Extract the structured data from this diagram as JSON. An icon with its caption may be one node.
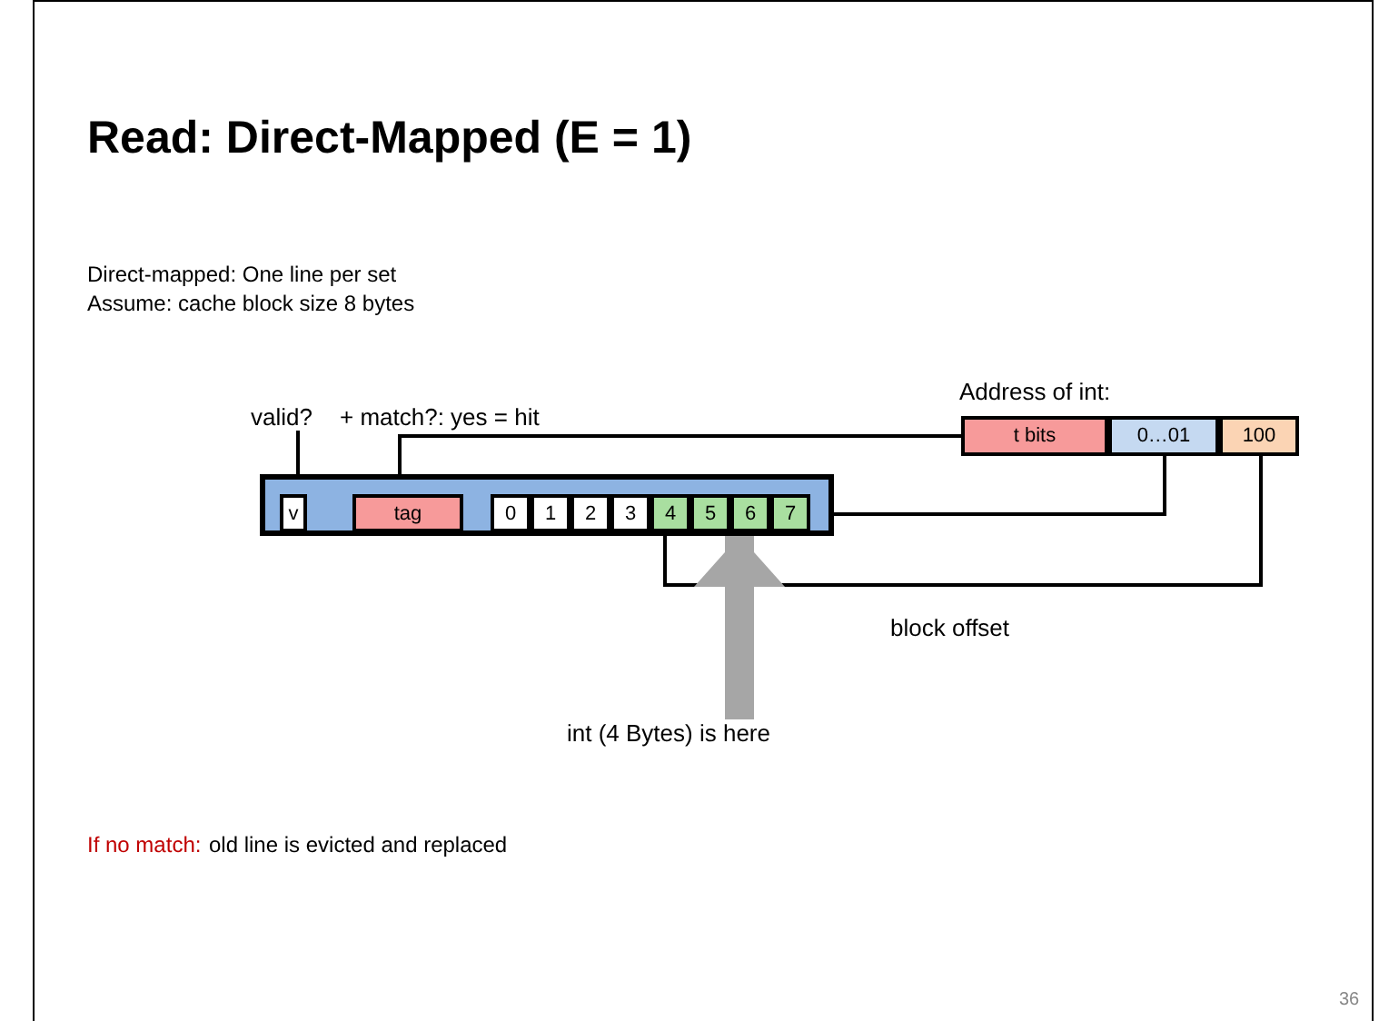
{
  "diagram": {
    "title": "Read: Direct-Mapped (E = 1)",
    "nodes": [
      {
        "text": [
          "valid?"
        ]
      },
      {
        "text": [
          "t bits"
        ]
      },
      {
        "text": [
          "0…01"
        ]
      },
      {
        "text": [
          "100"
        ]
      },
      {
        "text": [],
        "shape": "bar"
      },
      {
        "text": [
          "v"
        ],
        "in": 4
      },
      {
        "text": [
          "tag"
        ],
        "in": 4
      },
      {
        "text": [
          "0"
        ],
        "in": 4
      },
      {
        "text": [
          "1"
        ],
        "in": 4
      },
      {
        "text": [
          "2"
        ],
        "in": 4
      },
      {
        "text": [
          "3"
        ],
        "in": 4
      },
      {
        "text": [
          "4"
        ],
        "in": 4
      },
      {
        "text": [
          "5"
        ],
        "in": 4
      },
      {
        "text": [
          "6"
        ],
        "in": 4
      },
      {
        "text": [
          "7"
        ],
        "in": 4
      },
      {
        "text": [
          "int (4 Bytes) is here"
        ]
      }
    ],
    "edges": [
      {
        "from": 0,
        "to": 5,
        "arrow": "none"
      },
      {
        "from": 1,
        "to": 6,
        "arrow": "none"
      },
      {
        "from": 2,
        "to": 4,
        "arrow": "none"
      },
      {
        "from": 3,
        "to": 11,
        "arrow": "none",
        "label": "block offset"
      },
      {
        "from": 15,
        "to": 4,
        "arrow": "to",
        "style": "thick",
        "color": "#a6a6a6"
      }
    ],
    "labels": [
      "Direct-mapped: One line per set",
      "Assume: cache block size 8 bytes",
      "+ match?: yes = hit",
      "Address of int:",
      "If no match:",
      "old line is evicted and replaced",
      "36"
    ]
  }
}
